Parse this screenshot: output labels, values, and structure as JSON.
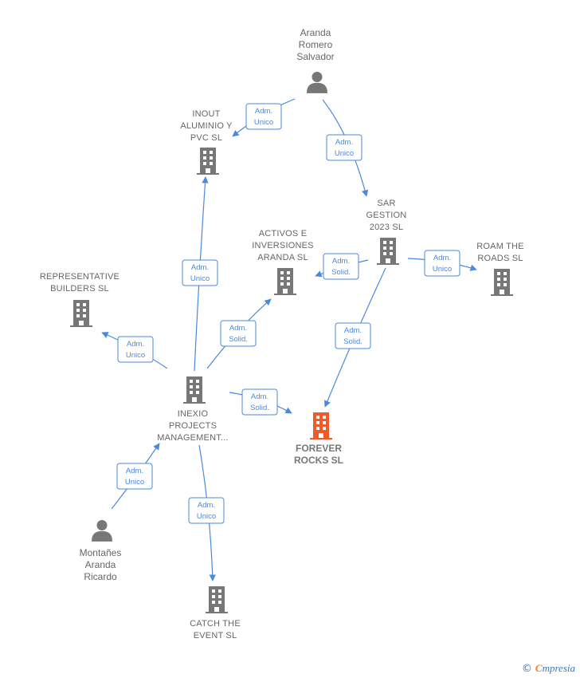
{
  "nodes": {
    "aranda": {
      "type": "person",
      "label": [
        "Aranda",
        "Romero",
        "Salvador"
      ]
    },
    "montanes": {
      "type": "person",
      "label": [
        "Montañes",
        "Aranda",
        "Ricardo"
      ]
    },
    "inout": {
      "type": "company",
      "label": [
        "INOUT",
        "ALUMINIO Y",
        "PVC  SL"
      ]
    },
    "sar": {
      "type": "company",
      "label": [
        "SAR",
        "GESTION",
        "2023  SL"
      ]
    },
    "activos": {
      "type": "company",
      "label": [
        "ACTIVOS E",
        "INVERSIONES",
        "ARANDA  SL"
      ]
    },
    "roam": {
      "type": "company",
      "label": [
        "ROAM THE",
        "ROADS  SL"
      ]
    },
    "represent": {
      "type": "company",
      "label": [
        "REPRESENTATIVE",
        "BUILDERS  SL"
      ]
    },
    "inexio": {
      "type": "company",
      "label": [
        "INEXIO",
        "PROJECTS",
        "MANAGEMENT..."
      ]
    },
    "forever": {
      "type": "focus",
      "label": [
        "FOREVER",
        "ROCKS  SL"
      ]
    },
    "catch": {
      "type": "company",
      "label": [
        "CATCH THE",
        "EVENT  SL"
      ]
    }
  },
  "edges": [
    {
      "id": "aranda-inout",
      "from": "aranda",
      "to": "inout",
      "label": [
        "Adm.",
        "Unico"
      ]
    },
    {
      "id": "aranda-sar",
      "from": "aranda",
      "to": "sar",
      "label": [
        "Adm.",
        "Unico"
      ]
    },
    {
      "id": "sar-activos",
      "from": "sar",
      "to": "activos",
      "label": [
        "Adm.",
        "Solid."
      ]
    },
    {
      "id": "sar-roam",
      "from": "sar",
      "to": "roam",
      "label": [
        "Adm.",
        "Unico"
      ]
    },
    {
      "id": "sar-forever",
      "from": "sar",
      "to": "forever",
      "label": [
        "Adm.",
        "Solid."
      ]
    },
    {
      "id": "inexio-inout",
      "from": "inexio",
      "to": "inout",
      "label": [
        "Adm.",
        "Unico"
      ]
    },
    {
      "id": "inexio-activos",
      "from": "inexio",
      "to": "activos",
      "label": [
        "Adm.",
        "Solid."
      ]
    },
    {
      "id": "inexio-represent",
      "from": "inexio",
      "to": "represent",
      "label": [
        "Adm.",
        "Unico"
      ]
    },
    {
      "id": "inexio-forever",
      "from": "inexio",
      "to": "forever",
      "label": [
        "Adm.",
        "Solid."
      ]
    },
    {
      "id": "montanes-inexio",
      "from": "montanes",
      "to": "inexio",
      "label": [
        "Adm.",
        "Unico"
      ]
    },
    {
      "id": "inexio-catch",
      "from": "inexio",
      "to": "catch",
      "label": [
        "Adm.",
        "Unico"
      ]
    }
  ],
  "colors": {
    "edge": "#4a89dc",
    "icon": "#777777",
    "focus": "#f05a28",
    "label": "#666666"
  },
  "footer": {
    "copyright": "©",
    "brand_initial": "C",
    "brand_rest": "mpresia"
  }
}
